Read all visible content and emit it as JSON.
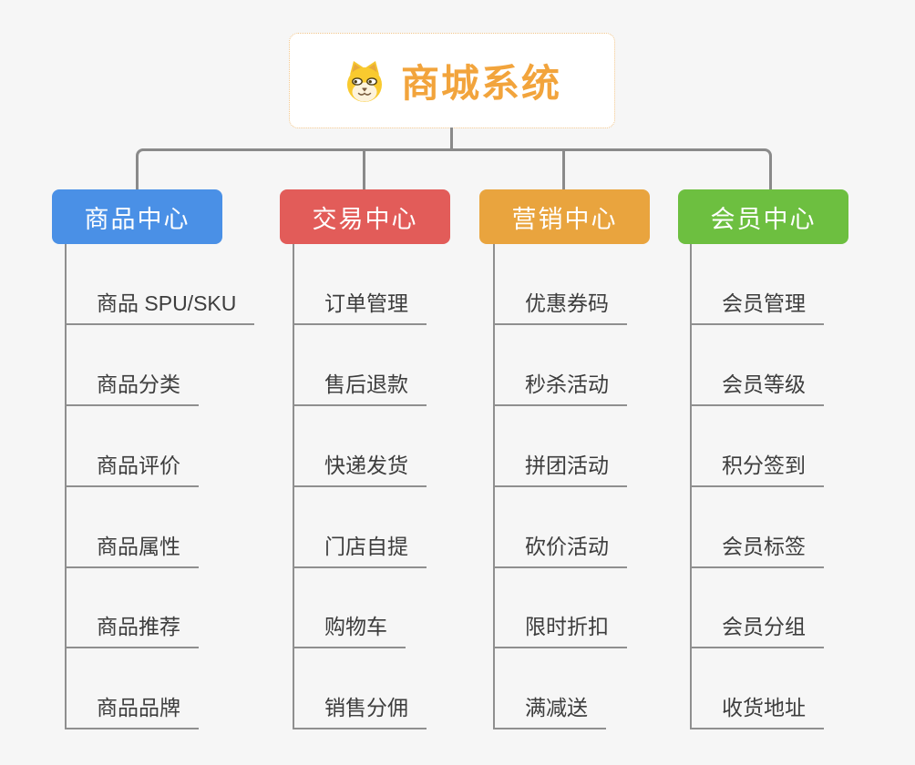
{
  "root": {
    "title": "商城系统",
    "icon": "dog-icon",
    "title_color": "#f2a43c",
    "border_color": "#f0c488",
    "background": "#ffffff"
  },
  "connector_color": "#8a8a8a",
  "leaf_line_color": "#8f8f8f",
  "branches": [
    {
      "label": "商品中心",
      "color": "#4a90e6",
      "items": [
        "商品 SPU/SKU",
        "商品分类",
        "商品评价",
        "商品属性",
        "商品推荐",
        "商品品牌"
      ]
    },
    {
      "label": "交易中心",
      "color": "#e25c59",
      "items": [
        "订单管理",
        "售后退款",
        "快递发货",
        "门店自提",
        "购物车",
        "销售分佣"
      ]
    },
    {
      "label": "营销中心",
      "color": "#e9a43e",
      "items": [
        "优惠券码",
        "秒杀活动",
        "拼团活动",
        "砍价活动",
        "限时折扣",
        "满减送"
      ]
    },
    {
      "label": "会员中心",
      "color": "#6dbf40",
      "items": [
        "会员管理",
        "会员等级",
        "积分签到",
        "会员标签",
        "会员分组",
        "收货地址"
      ]
    }
  ]
}
